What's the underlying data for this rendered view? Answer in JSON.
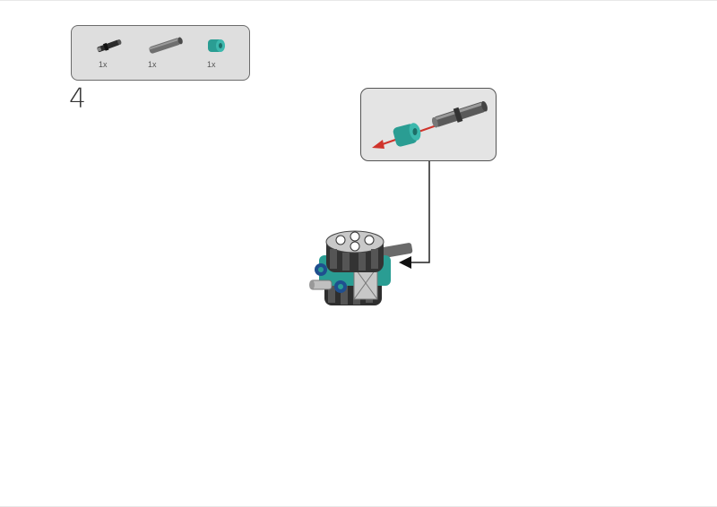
{
  "step": {
    "number": "4"
  },
  "parts_list": [
    {
      "name": "axle-pin-black",
      "quantity": "1x",
      "color": "#2b2b2b"
    },
    {
      "name": "axle-grey",
      "quantity": "1x",
      "color": "#6f6f6f"
    },
    {
      "name": "bush-teal",
      "quantity": "1x",
      "color": "#2a9d93"
    }
  ],
  "colors": {
    "teal": "#2a9d93",
    "dark_grey": "#3a3a3a",
    "panel_grey": "#dedede",
    "arrow_red": "#d0342c"
  },
  "icons": {
    "callout_arrow": "red-arrow-icon",
    "placement_arrow": "black-arrow-icon"
  }
}
